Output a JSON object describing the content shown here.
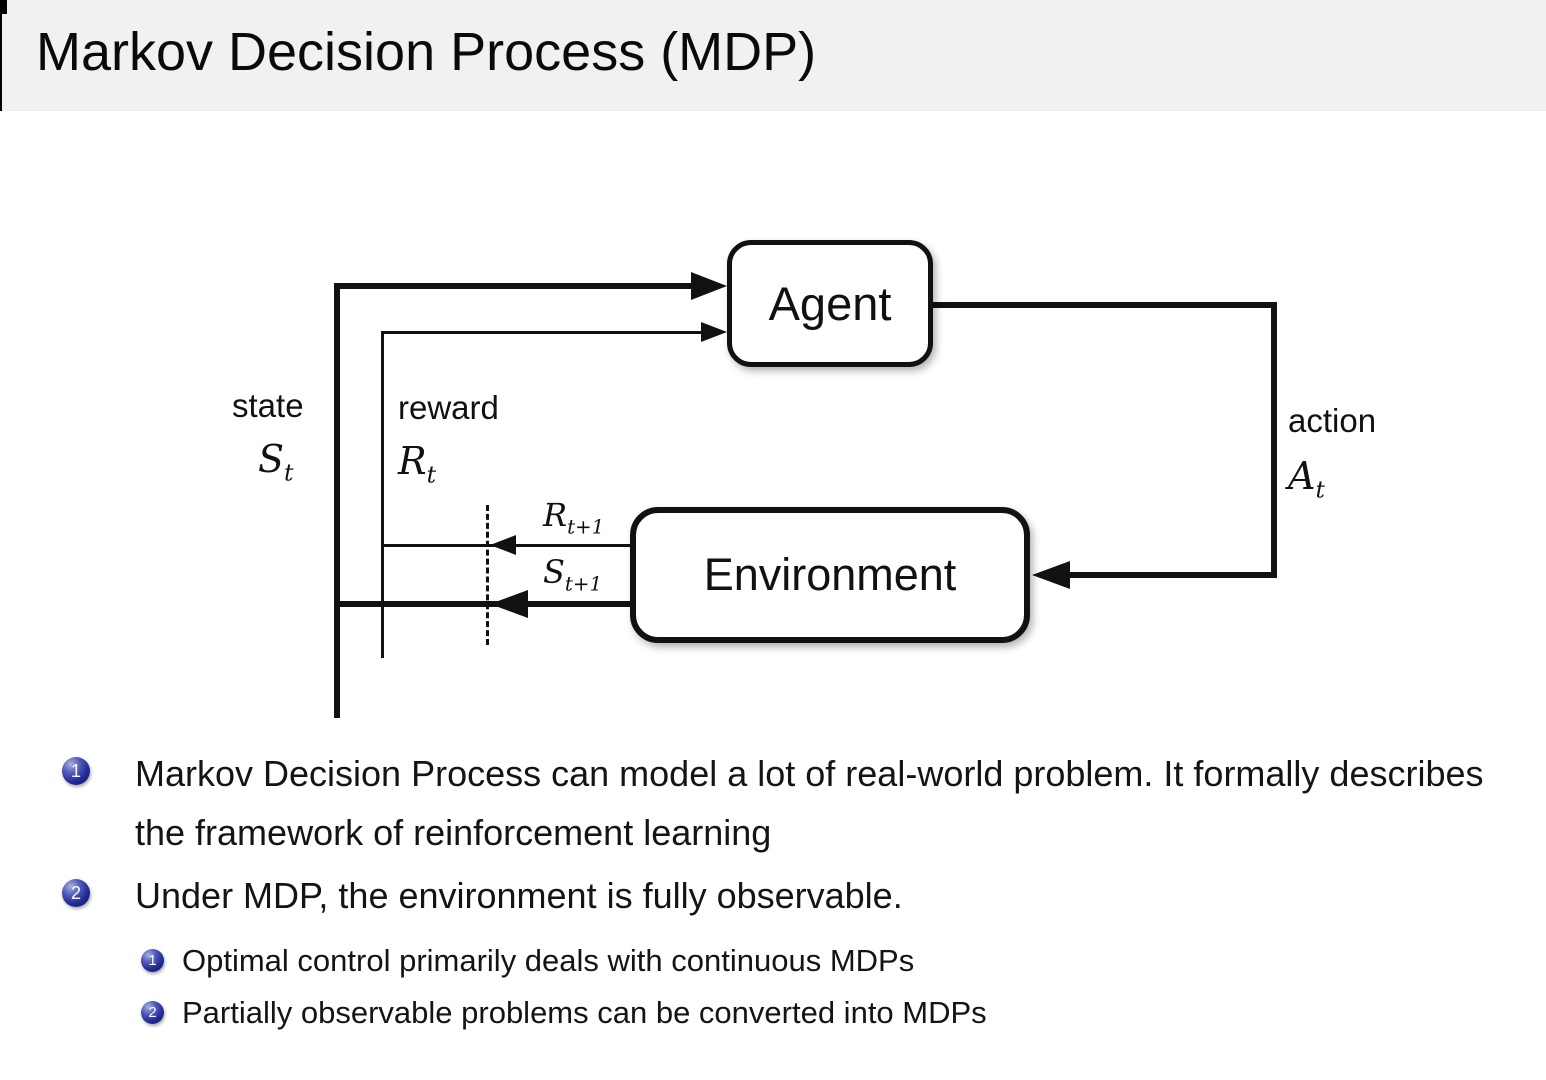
{
  "slide": {
    "title": "Markov Decision Process (MDP)"
  },
  "diagram": {
    "agent_label": "Agent",
    "environment_label": "Environment",
    "state_label": "state",
    "state_symbol": "S",
    "state_sub": "t",
    "reward_label": "reward",
    "reward_symbol": "R",
    "reward_sub": "t",
    "action_label": "action",
    "action_symbol": "A",
    "action_sub": "t",
    "next_reward_symbol": "R",
    "next_reward_sub": "t+1",
    "next_state_symbol": "S",
    "next_state_sub": "t+1"
  },
  "bullets": [
    {
      "number": "1",
      "text": "Markov Decision Process can model a lot of real-world problem. It formally describes the framework of reinforcement learning"
    },
    {
      "number": "2",
      "text": "Under MDP, the environment is fully observable.",
      "sub": [
        {
          "number": "1",
          "text": "Optimal control primarily deals with continuous MDPs"
        },
        {
          "number": "2",
          "text": "Partially observable problems can be converted into MDPs"
        }
      ]
    }
  ],
  "colors": {
    "header_bg": "#f1f1f2",
    "text": "#141414",
    "diagram_ink": "#111111",
    "ball_navy": "#1b2390"
  }
}
